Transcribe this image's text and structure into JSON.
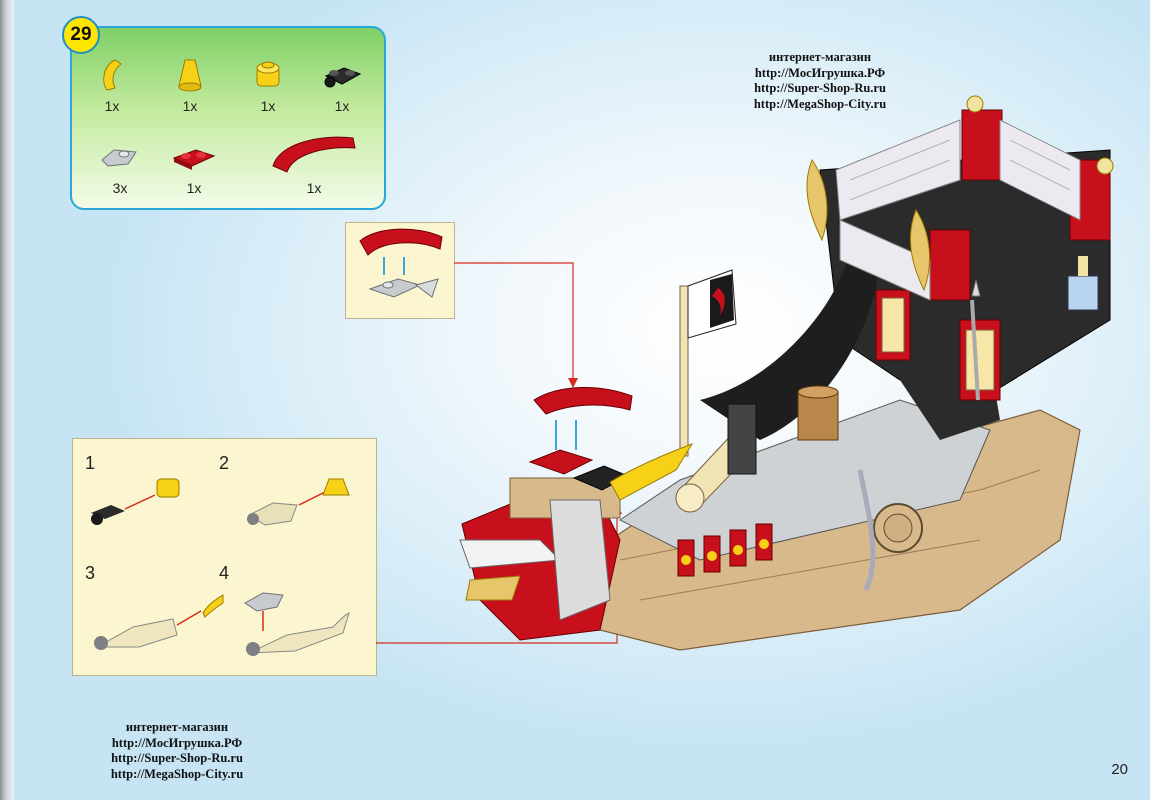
{
  "page": {
    "number": "20"
  },
  "step": {
    "number": "29"
  },
  "parts": [
    {
      "name": "yellow-horn-piece",
      "qty": "1x"
    },
    {
      "name": "yellow-cone-brick",
      "qty": "1x"
    },
    {
      "name": "yellow-round-brick",
      "qty": "1x"
    },
    {
      "name": "black-clip-plate",
      "qty": "1x"
    },
    {
      "name": "gray-tooth-plate",
      "qty": "3x"
    },
    {
      "name": "red-plate-1x2",
      "qty": "1x"
    },
    {
      "name": "red-curved-slope",
      "qty": "1x"
    }
  ],
  "sub_steps": [
    "1",
    "2",
    "3",
    "4"
  ],
  "shop_top": {
    "lines": [
      "интернет-магазин",
      "http://МосИгрушка.РФ",
      "http://Super-Shop-Ru.ru",
      "http://MegaShop-City.ru"
    ]
  },
  "shop_bottom": {
    "lines": [
      "интернет-магазин",
      "http://МосИгрушка.РФ",
      "http://Super-Shop-Ru.ru",
      "http://MegaShop-City.ru"
    ]
  },
  "colors": {
    "arrow": "#d52b1e",
    "frame": "#2aa6d9",
    "brick_red": "#c8101c",
    "brick_yellow": "#f7d117",
    "hull_tan": "#d8b98c"
  }
}
